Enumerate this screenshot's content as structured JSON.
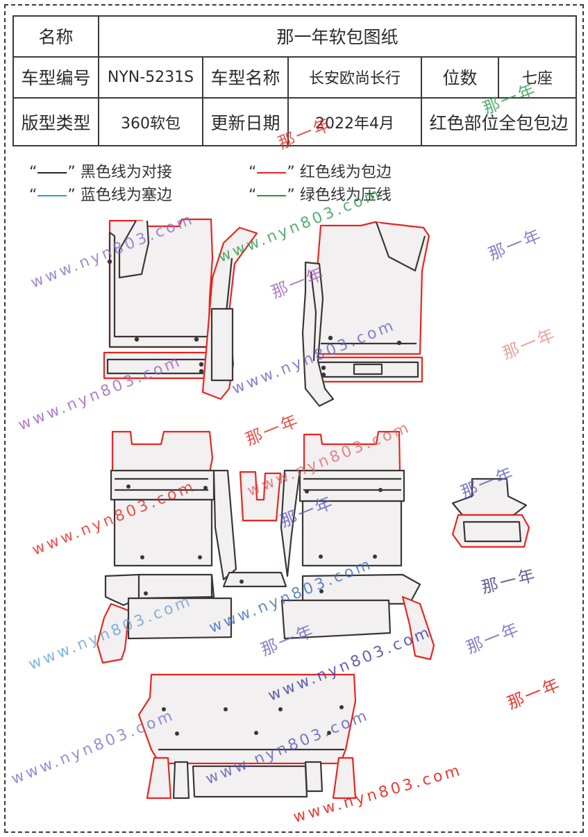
{
  "table": {
    "r1": {
      "name_label": "名称",
      "name_value": "那一年软包图纸"
    },
    "r2": {
      "model_no_label": "车型编号",
      "model_no_value": "NYN-5231S",
      "model_name_label": "车型名称",
      "model_name_value": "长安欧尚长行",
      "seats_label": "位数",
      "seats_value": "七座"
    },
    "r3": {
      "type_label": "版型类型",
      "type_value": "360软包",
      "update_label": "更新日期",
      "update_value": "2022年4月",
      "note_value": "红色部位全包包边"
    }
  },
  "legend": {
    "quote_open": "“",
    "quote_close": "”",
    "black": {
      "text": "黑色线为对接",
      "color": "#222222"
    },
    "red": {
      "text": "红色线为包边",
      "color": "#e8251f"
    },
    "blue": {
      "text": "蓝色线为塞边",
      "color": "#1ea0e0"
    },
    "green": {
      "text": "绿色线为压线",
      "color": "#1a9a3a"
    }
  },
  "watermarks": {
    "url": "www.nyn803.com",
    "brand": "那一年"
  },
  "colors": {
    "outline_dark": "#3a3636",
    "outline_red": "#e8251f",
    "fill": "#f2f0f0"
  }
}
